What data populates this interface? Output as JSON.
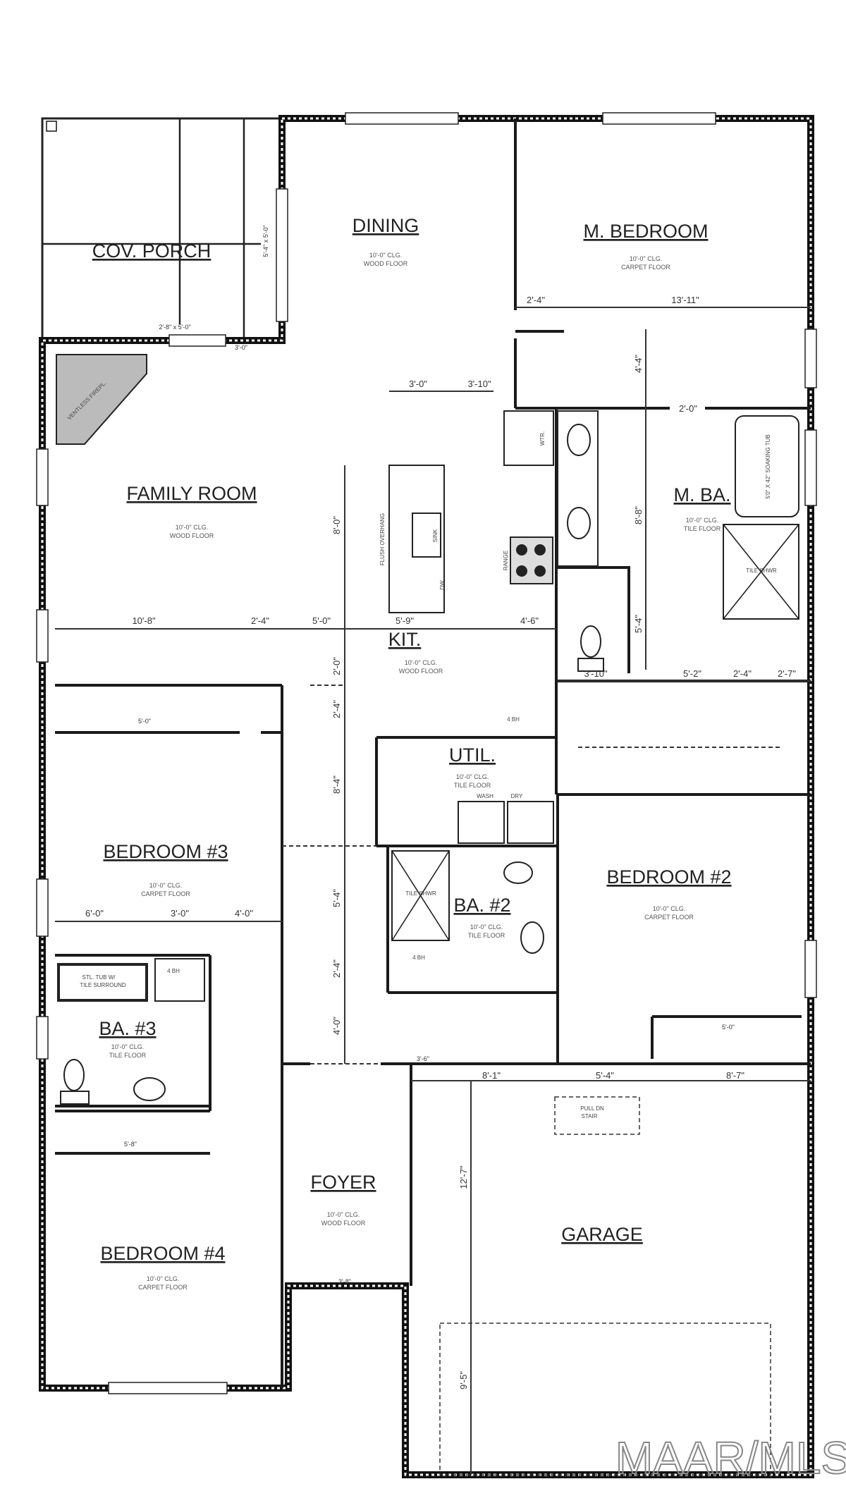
{
  "plan": {
    "rooms": [
      {
        "name": "COV. PORCH"
      },
      {
        "name": "DINING",
        "ceiling": "10'-0\" CLG.",
        "floor": "WOOD FLOOR"
      },
      {
        "name": "M. BEDROOM",
        "ceiling": "10'-0\" CLG.",
        "floor": "CARPET FLOOR"
      },
      {
        "name": "FAMILY ROOM",
        "ceiling": "10'-0\" CLG.",
        "floor": "WOOD FLOOR"
      },
      {
        "name": "KIT.",
        "ceiling": "10'-0\" CLG.",
        "floor": "WOOD FLOOR"
      },
      {
        "name": "M. BA.",
        "ceiling": "10'-0\" CLG.",
        "floor": "TILE FLOOR"
      },
      {
        "name": "UTIL.",
        "ceiling": "10'-0\" CLG.",
        "floor": "TILE FLOOR"
      },
      {
        "name": "BEDROOM #2",
        "ceiling": "10'-0\" CLG.",
        "floor": "CARPET FLOOR"
      },
      {
        "name": "BA. #2",
        "ceiling": "10'-0\" CLG.",
        "floor": "TILE FLOOR"
      },
      {
        "name": "BEDROOM #3",
        "ceiling": "10'-0\" CLG.",
        "floor": "CARPET FLOOR"
      },
      {
        "name": "BA. #3",
        "ceiling": "10'-0\" CLG.",
        "floor": "TILE FLOOR"
      },
      {
        "name": "BEDROOM #4",
        "ceiling": "10'-0\" CLG.",
        "floor": "CARPET FLOOR"
      },
      {
        "name": "FOYER",
        "ceiling": "10'-0\" CLG.",
        "floor": "WOOD FLOOR"
      },
      {
        "name": "GARAGE"
      }
    ],
    "dims": [
      "2'-8\" x 5'-0\"",
      "5'-4\" x 5'-0\"",
      "3'-0\"",
      "3'-0\"",
      "3'-10\"",
      "2'-4\"",
      "13'-11\"",
      "4'-4\"",
      "2'-0\"",
      "8'-0\"",
      "8'-8\"",
      "10'-8\"",
      "2'-4\"",
      "5'-0\"",
      "5'-9\"",
      "4'-6\"",
      "5'-4\"",
      "3'-10\"",
      "5'-2\"",
      "2'-4\"",
      "2'-7\"",
      "2'-0\"",
      "2'-4\"",
      "8'-4\"",
      "5'-4\"",
      "2'-4\"",
      "4'-0\"",
      "5'-0\"",
      "6'-0\"",
      "3'-0\"",
      "4'-0\"",
      "5'-8\"",
      "5'-0\"",
      "8'-1\"",
      "5'-4\"",
      "8'-7\"",
      "12'-7\"",
      "9'-5\"",
      "3'-8\"",
      "3'-6\""
    ],
    "fixtures": [
      "VENTLESS FIREPL.",
      "FLUSH OVERHANG",
      "SINK",
      "DW",
      "RANGE",
      "WTR.",
      "4 BH",
      "WASH",
      "DRY",
      "TILE SHWR",
      "4 BH",
      "STL. TUB W/",
      "TILE SURROUND",
      "4 BH",
      "PULL DN",
      "STAIR",
      "TILE SHWR",
      "5'0\" X 42\" SOAKING TUB"
    ],
    "watermark": "MAAR/MLS"
  }
}
